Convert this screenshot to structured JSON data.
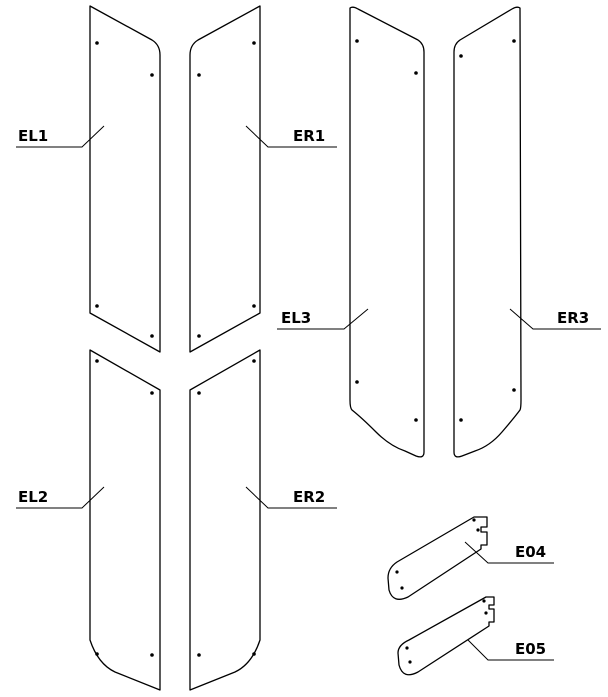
{
  "labels": {
    "el1": "EL1",
    "er1": "ER1",
    "el2": "EL2",
    "er2": "ER2",
    "el3": "EL3",
    "er3": "ER3",
    "e04": "E04",
    "e05": "E05"
  },
  "colors": {
    "line": "#000000",
    "background": "#ffffff"
  }
}
